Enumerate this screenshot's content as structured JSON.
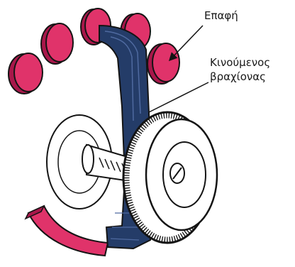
{
  "labels": {
    "contact": "Επαφή",
    "moving_arm_line1": "Κινούμενος",
    "moving_arm_line2": "βραχίονας"
  },
  "colors": {
    "contact_pink": "#e0336a",
    "contact_pink_dark": "#a8174a",
    "arm_blue": "#243c68",
    "arm_blue_dark": "#14203c",
    "outline": "#141414",
    "background": "#ffffff"
  },
  "parts": [
    "contact-discs",
    "moving-arm",
    "rotor-wheel",
    "knurled-edge",
    "shaft",
    "arc-segment"
  ]
}
